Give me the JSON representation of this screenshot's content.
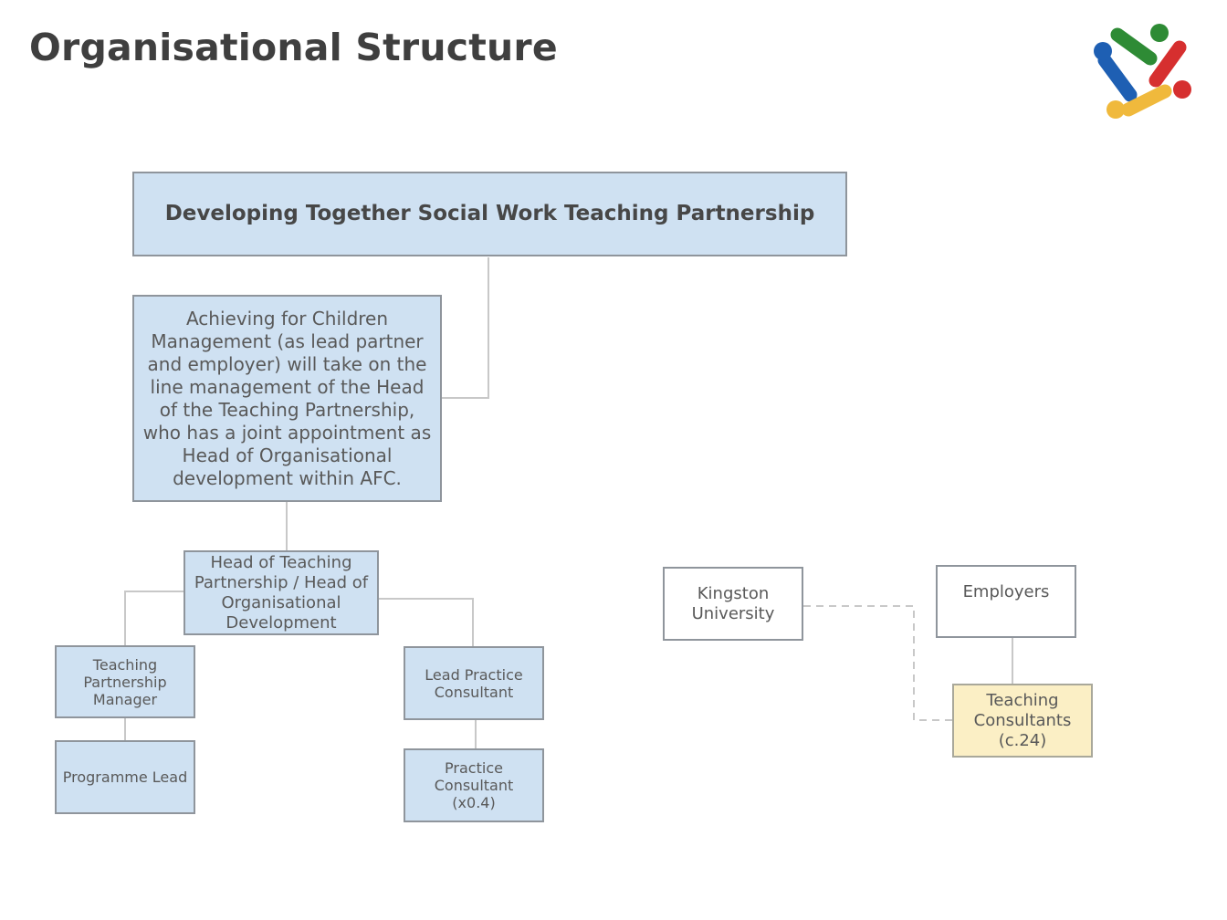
{
  "page": {
    "title": "Organisational Structure"
  },
  "logo": {
    "name": "teaching-partnership-logo",
    "colors": [
      "#2e8b35",
      "#d62f2f",
      "#1e5fb3",
      "#f0b93c"
    ]
  },
  "colors": {
    "node_fill_blue": "#cfe1f2",
    "node_fill_yellow": "#fbefc5",
    "node_fill_white": "#ffffff",
    "node_border": "#8f959c",
    "connector": "#c8c8c8",
    "text": "#595959"
  },
  "chart": {
    "nodes": {
      "root": "Developing Together Social Work Teaching Partnership",
      "afc_management": "Achieving for Children Management (as lead partner and employer) will take on the line management of the Head of the Teaching Partnership, who has a joint appointment as Head of Organisational development within AFC.",
      "head_of_tp": "Head of Teaching Partnership / Head of Organisational Development",
      "tp_manager": "Teaching Partnership Manager",
      "programme_lead": "Programme Lead",
      "lead_practice_consultant": "Lead Practice Consultant",
      "practice_consultant": "Practice Consultant (x0.4)",
      "kingston_university": "Kingston University",
      "employers": "Employers",
      "teaching_consultants": "Teaching Consultants (c.24)"
    },
    "edges": [
      {
        "from": "root",
        "to": "afc_management",
        "style": "solid"
      },
      {
        "from": "afc_management",
        "to": "head_of_tp",
        "style": "solid"
      },
      {
        "from": "head_of_tp",
        "to": "tp_manager",
        "style": "solid"
      },
      {
        "from": "head_of_tp",
        "to": "lead_practice_consultant",
        "style": "solid"
      },
      {
        "from": "tp_manager",
        "to": "programme_lead",
        "style": "solid"
      },
      {
        "from": "lead_practice_consultant",
        "to": "practice_consultant",
        "style": "solid"
      },
      {
        "from": "employers",
        "to": "teaching_consultants",
        "style": "solid"
      },
      {
        "from": "kingston_university",
        "to": "teaching_consultants",
        "style": "dashed"
      }
    ]
  }
}
